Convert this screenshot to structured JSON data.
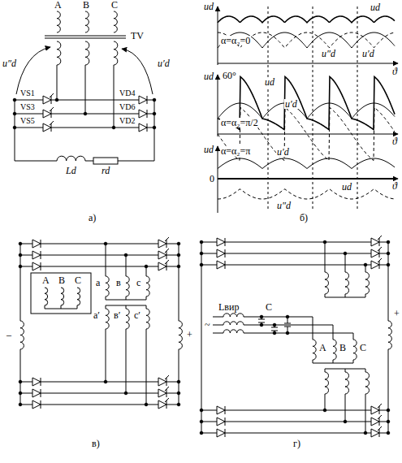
{
  "diagram": {
    "labels": [
      "A",
      "B",
      "C",
      "TV",
      "u″d",
      "u′d",
      "VS1",
      "VS3",
      "VS5",
      "VD4",
      "VD6",
      "VD2",
      "Ld",
      "rd",
      "а)",
      "ud",
      "α=α₂=0",
      "u″d",
      "u′d",
      "ud",
      "ϑ",
      "ud",
      "60°",
      "ud",
      "u′d",
      "α=α₂=π/2",
      "ϑ",
      "ud",
      "0",
      "α=α₂=π",
      "u′d",
      "ud",
      "u″d",
      "ϑ",
      "б)",
      "A",
      "B",
      "C",
      "а",
      "в",
      "с",
      "а′",
      "в′",
      "с′",
      "–",
      "+",
      "в)",
      "Lвир",
      "C",
      "A",
      "B",
      "C",
      "~",
      "+",
      "г)"
    ]
  }
}
